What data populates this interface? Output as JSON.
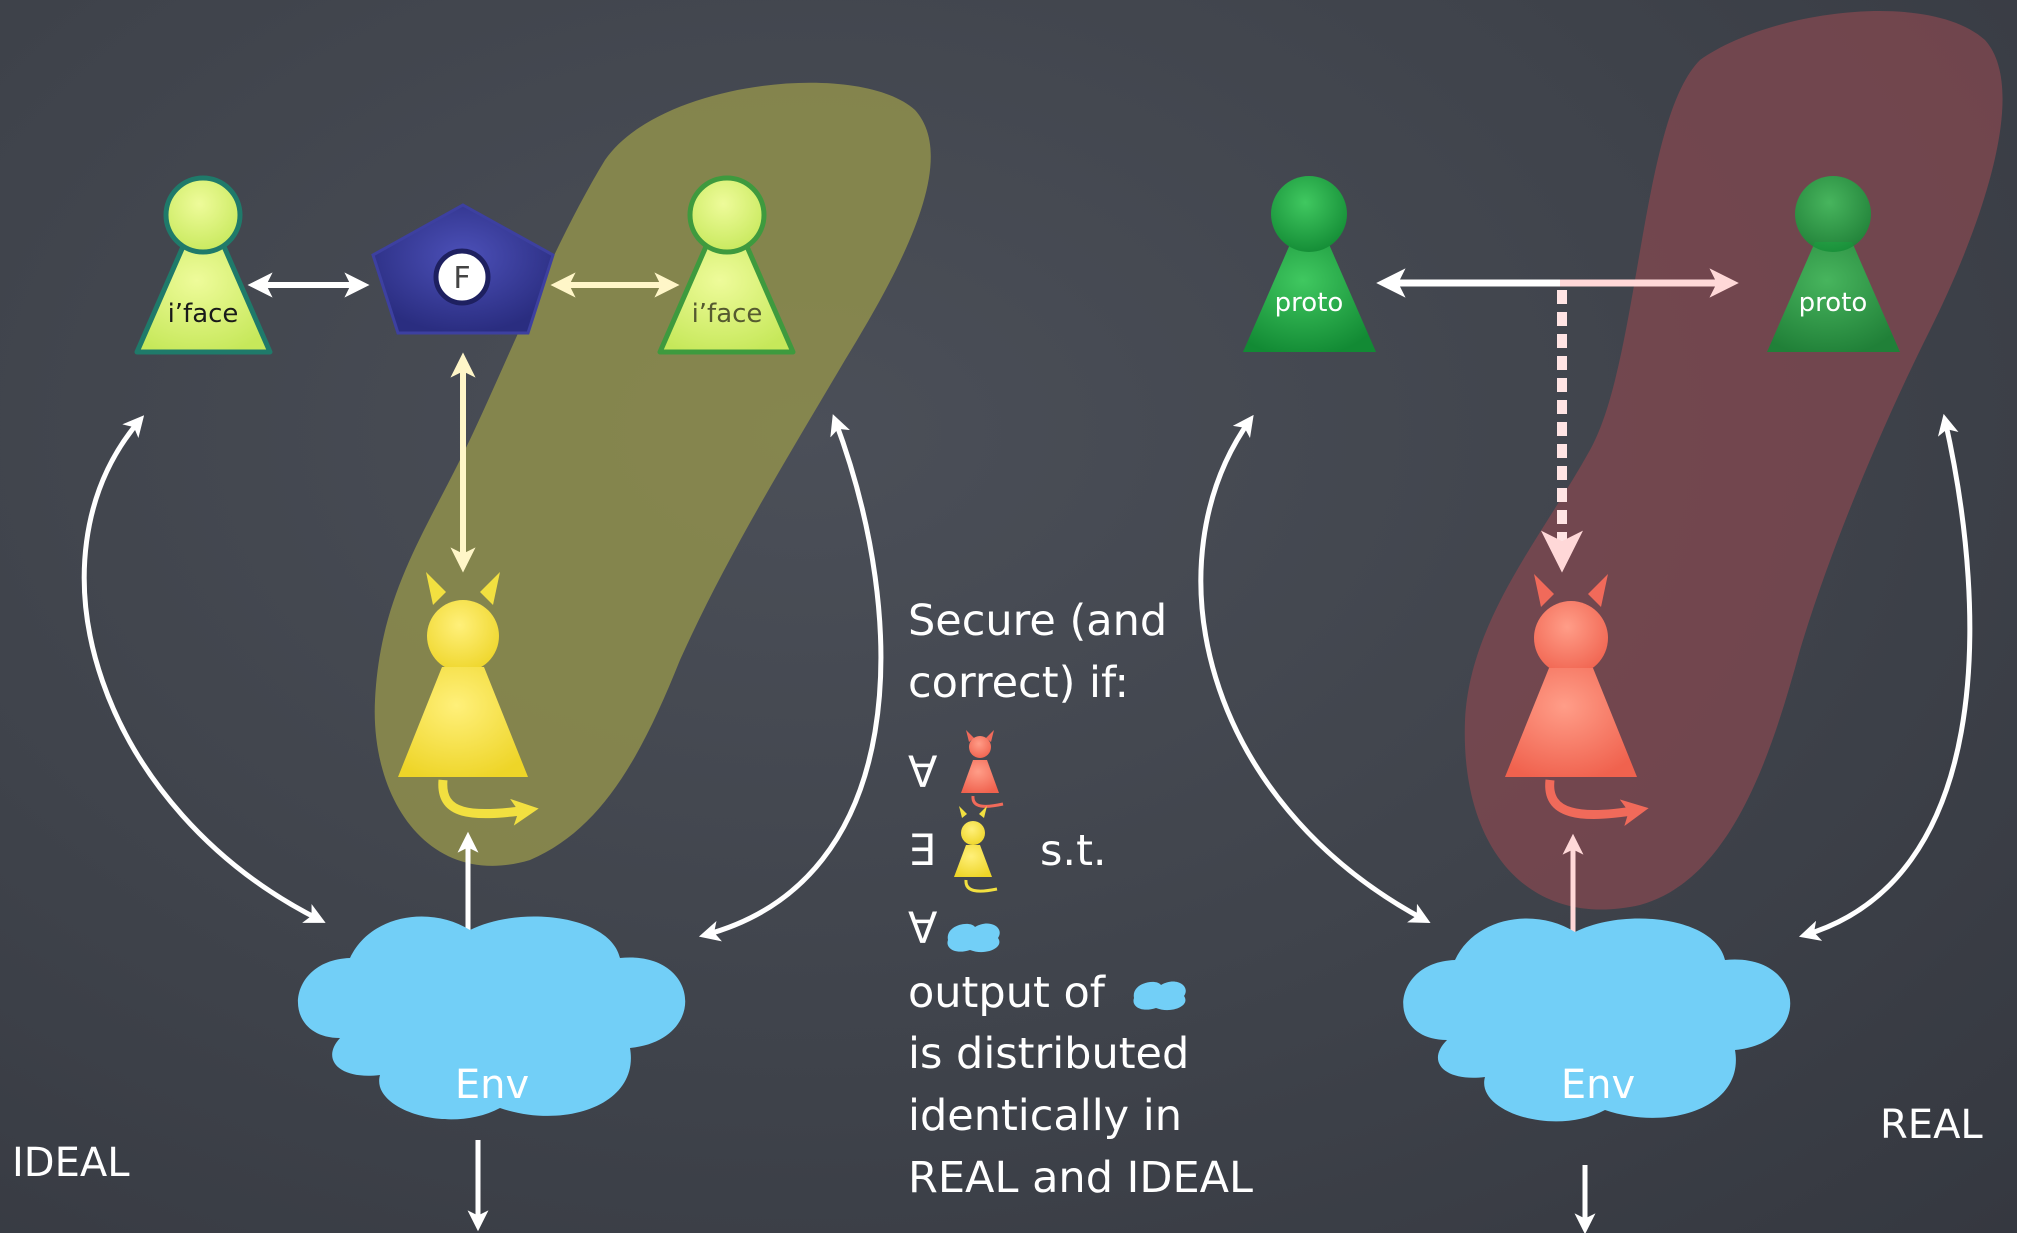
{
  "ideal": {
    "label": "IDEAL",
    "left_party": {
      "label": "i’face"
    },
    "right_party": {
      "label": "i’face"
    },
    "functionality": {
      "label": "F"
    },
    "env": {
      "label": "Env"
    },
    "corrupt_region_color": "#8a8a4c",
    "party_color": "#d8f070",
    "functionality_color": "#3b3f9c",
    "adversary_color": "#f5e24a",
    "env_color": "#70d0f8"
  },
  "real": {
    "label": "REAL",
    "left_party": {
      "label": "proto"
    },
    "right_party": {
      "label": "proto"
    },
    "env": {
      "label": "Env"
    },
    "corrupt_region_color": "#7a4c52",
    "party_color": "#22a045",
    "adversary_color": "#f47a68",
    "env_color": "#70d0f8"
  },
  "condition": {
    "title_line1": "Secure (and",
    "title_line2": "correct) if:",
    "forall_symbol": "∀",
    "exists_symbol": "∃",
    "such_that": "s.t.",
    "output_line": "output of",
    "line_distributed": "is distributed",
    "line_identically": "identically in",
    "line_real_ideal": "REAL and IDEAL"
  }
}
